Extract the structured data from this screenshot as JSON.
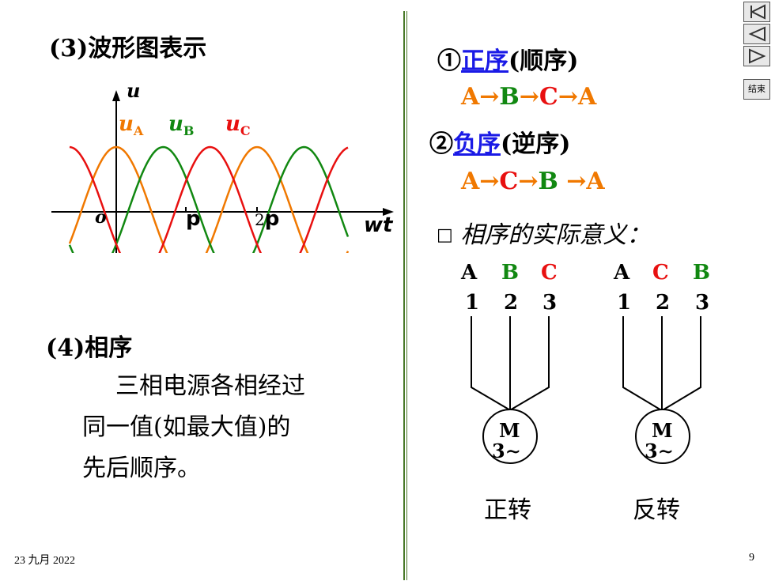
{
  "left": {
    "waveform_heading": "(3)波形图表示",
    "axis_y_label": "u",
    "axis_x_label": "wt",
    "origin_label": "o",
    "tick_pi": "p",
    "tick_2pi_prefix": "2",
    "tick_2pi": "p",
    "legend": [
      {
        "base": "u",
        "sub": "A",
        "color": "#f07800"
      },
      {
        "base": "u",
        "sub": "B",
        "color": "#118811"
      },
      {
        "base": "u",
        "sub": "C",
        "color": "#e81010"
      }
    ],
    "phase_heading": "(4)相序",
    "phase_desc": [
      "三相电源各相经过",
      "同一值(如最大值)的",
      "先后顺序。"
    ]
  },
  "right": {
    "positive": {
      "num": "①",
      "link": "正序",
      "paren": "(顺序)"
    },
    "positive_seq": [
      {
        "t": "A",
        "color": "#f07800"
      },
      {
        "t": "→",
        "color": "#f07800"
      },
      {
        "t": "B",
        "color": "#118811"
      },
      {
        "t": "→",
        "color": "#f07800"
      },
      {
        "t": "C",
        "color": "#e81010"
      },
      {
        "t": "→",
        "color": "#f07800"
      },
      {
        "t": "A",
        "color": "#f07800"
      }
    ],
    "negative": {
      "num": "②",
      "link": "负序",
      "paren": "(逆序)"
    },
    "negative_seq": [
      {
        "t": "A",
        "color": "#f07800"
      },
      {
        "t": "→",
        "color": "#f07800"
      },
      {
        "t": "C",
        "color": "#e81010"
      },
      {
        "t": "→",
        "color": "#f07800"
      },
      {
        "t": "B",
        "color": "#118811"
      },
      {
        "t": " →",
        "color": "#f07800"
      },
      {
        "t": "A",
        "color": "#f07800"
      }
    ],
    "meaning_bullet": "□",
    "meaning_text": "相序的实际意义：",
    "motor_left": {
      "phases": [
        {
          "t": "A",
          "color": "#000000"
        },
        {
          "t": "B",
          "color": "#118811"
        },
        {
          "t": "C",
          "color": "#e81010"
        }
      ],
      "terminals": [
        "1",
        "2",
        "3"
      ],
      "motor_top": "M",
      "motor_bottom": "3∼",
      "caption": "正转"
    },
    "motor_right": {
      "phases": [
        {
          "t": "A",
          "color": "#000000"
        },
        {
          "t": "C",
          "color": "#e81010"
        },
        {
          "t": "B",
          "color": "#118811"
        }
      ],
      "terminals": [
        "1",
        "2",
        "3"
      ],
      "motor_top": "M",
      "motor_bottom": "3∼",
      "caption": "反转"
    }
  },
  "nav": {
    "first_icon": "first-slide-icon",
    "prev_icon": "previous-slide-icon",
    "next_icon": "next-slide-icon",
    "end_label": "结束"
  },
  "footer": {
    "date": "23 九月 2022",
    "page": "9"
  }
}
